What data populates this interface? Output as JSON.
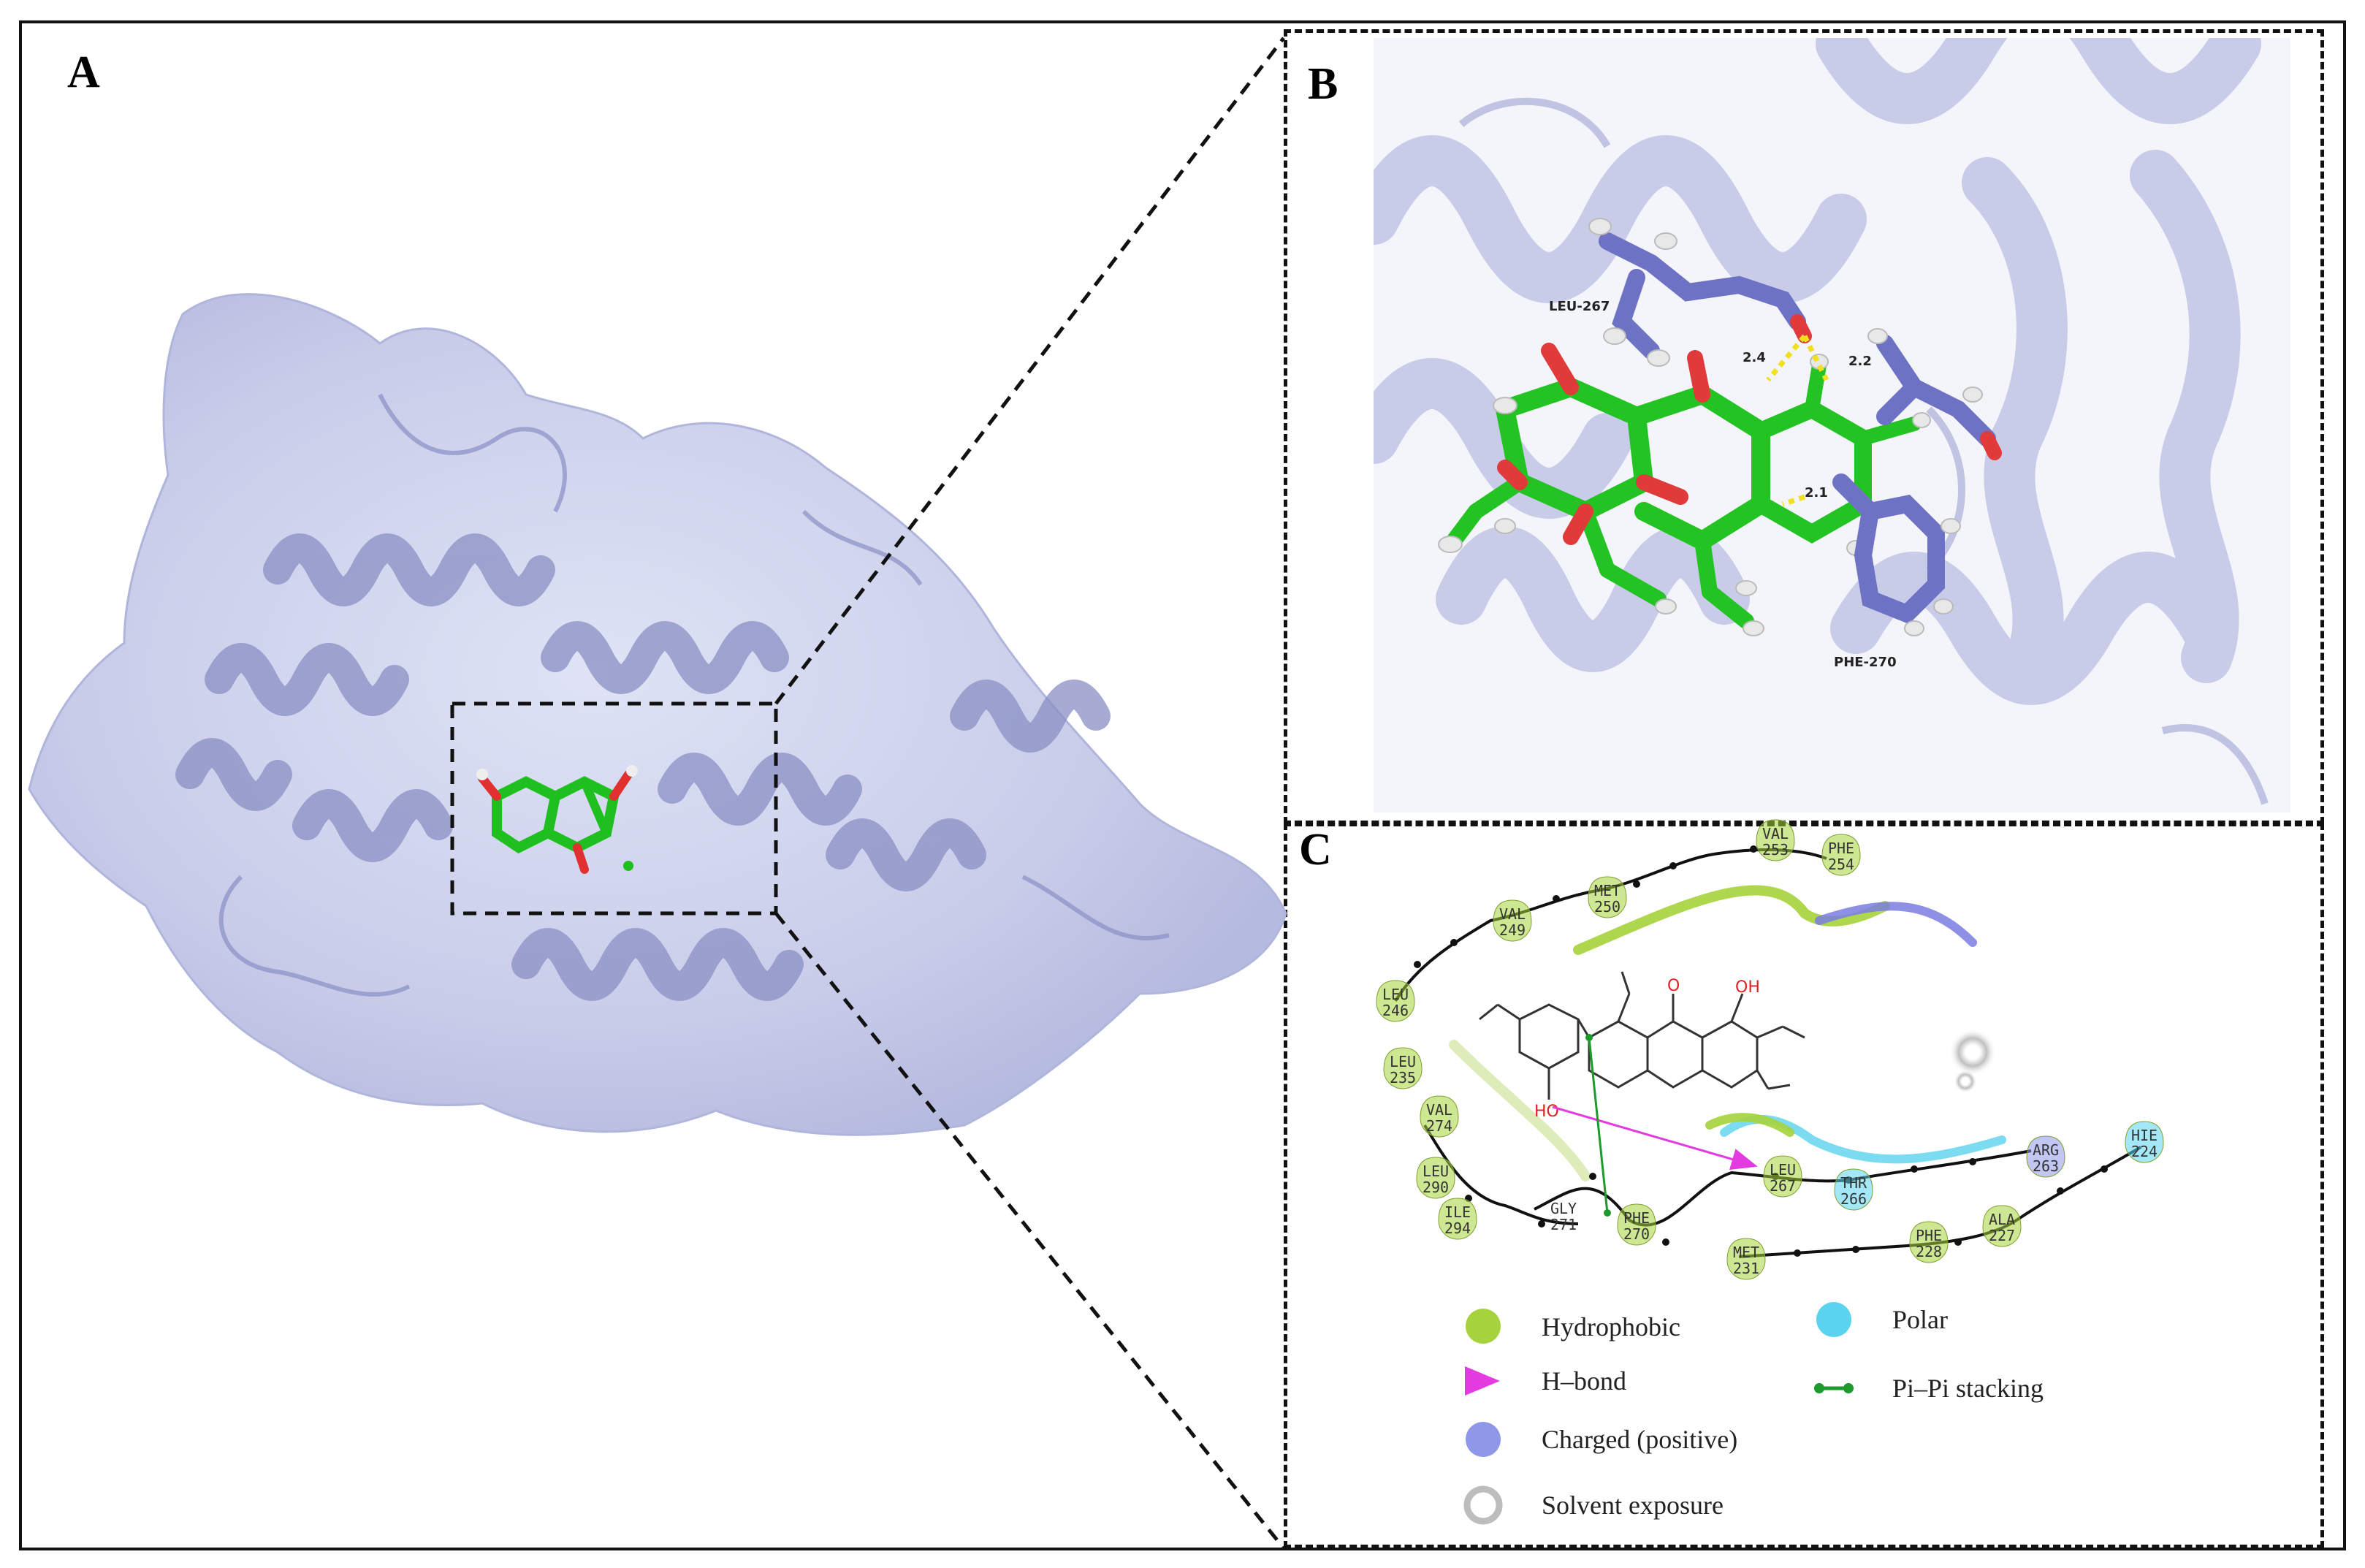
{
  "panels": {
    "a": "A",
    "b": "B",
    "c": "C"
  },
  "panel_b": {
    "residues": {
      "leu": "LEU-267",
      "phe": "PHE-270"
    },
    "distances": {
      "d1": "2.4",
      "d2": "2.2",
      "d3": "2.1"
    }
  },
  "panel_c": {
    "residues": [
      {
        "name": "VAL",
        "num": "253",
        "type": "hydrophobic"
      },
      {
        "name": "PHE",
        "num": "254",
        "type": "hydrophobic"
      },
      {
        "name": "MET",
        "num": "250",
        "type": "hydrophobic"
      },
      {
        "name": "VAL",
        "num": "249",
        "type": "hydrophobic"
      },
      {
        "name": "LEU",
        "num": "246",
        "type": "hydrophobic"
      },
      {
        "name": "LEU",
        "num": "235",
        "type": "hydrophobic"
      },
      {
        "name": "VAL",
        "num": "274",
        "type": "hydrophobic"
      },
      {
        "name": "LEU",
        "num": "290",
        "type": "hydrophobic"
      },
      {
        "name": "ILE",
        "num": "294",
        "type": "hydrophobic"
      },
      {
        "name": "GLY",
        "num": "271",
        "type": "glycine"
      },
      {
        "name": "PHE",
        "num": "270",
        "type": "hydrophobic"
      },
      {
        "name": "LEU",
        "num": "267",
        "type": "hydrophobic"
      },
      {
        "name": "THR",
        "num": "266",
        "type": "polar"
      },
      {
        "name": "ARG",
        "num": "263",
        "type": "charged"
      },
      {
        "name": "HIE",
        "num": "224",
        "type": "polar"
      },
      {
        "name": "ALA",
        "num": "227",
        "type": "hydrophobic"
      },
      {
        "name": "PHE",
        "num": "228",
        "type": "hydrophobic"
      },
      {
        "name": "MET",
        "num": "231",
        "type": "hydrophobic"
      }
    ],
    "atoms": {
      "o": "O",
      "oh": "OH",
      "ho": "HO"
    },
    "legend": {
      "hydrophobic": "Hydrophobic",
      "polar": "Polar",
      "hbond": "H–bond",
      "pipi": "Pi–Pi stacking",
      "charged": "Charged (positive)",
      "solvent": "Solvent exposure"
    },
    "colors": {
      "hydrophobic": "#a6d33b",
      "polar": "#5ad3ee",
      "charged": "#8f97e8",
      "hbond": "#e33be0",
      "pipi": "#1c9a2c",
      "solvent": "#bdbdbd"
    }
  }
}
